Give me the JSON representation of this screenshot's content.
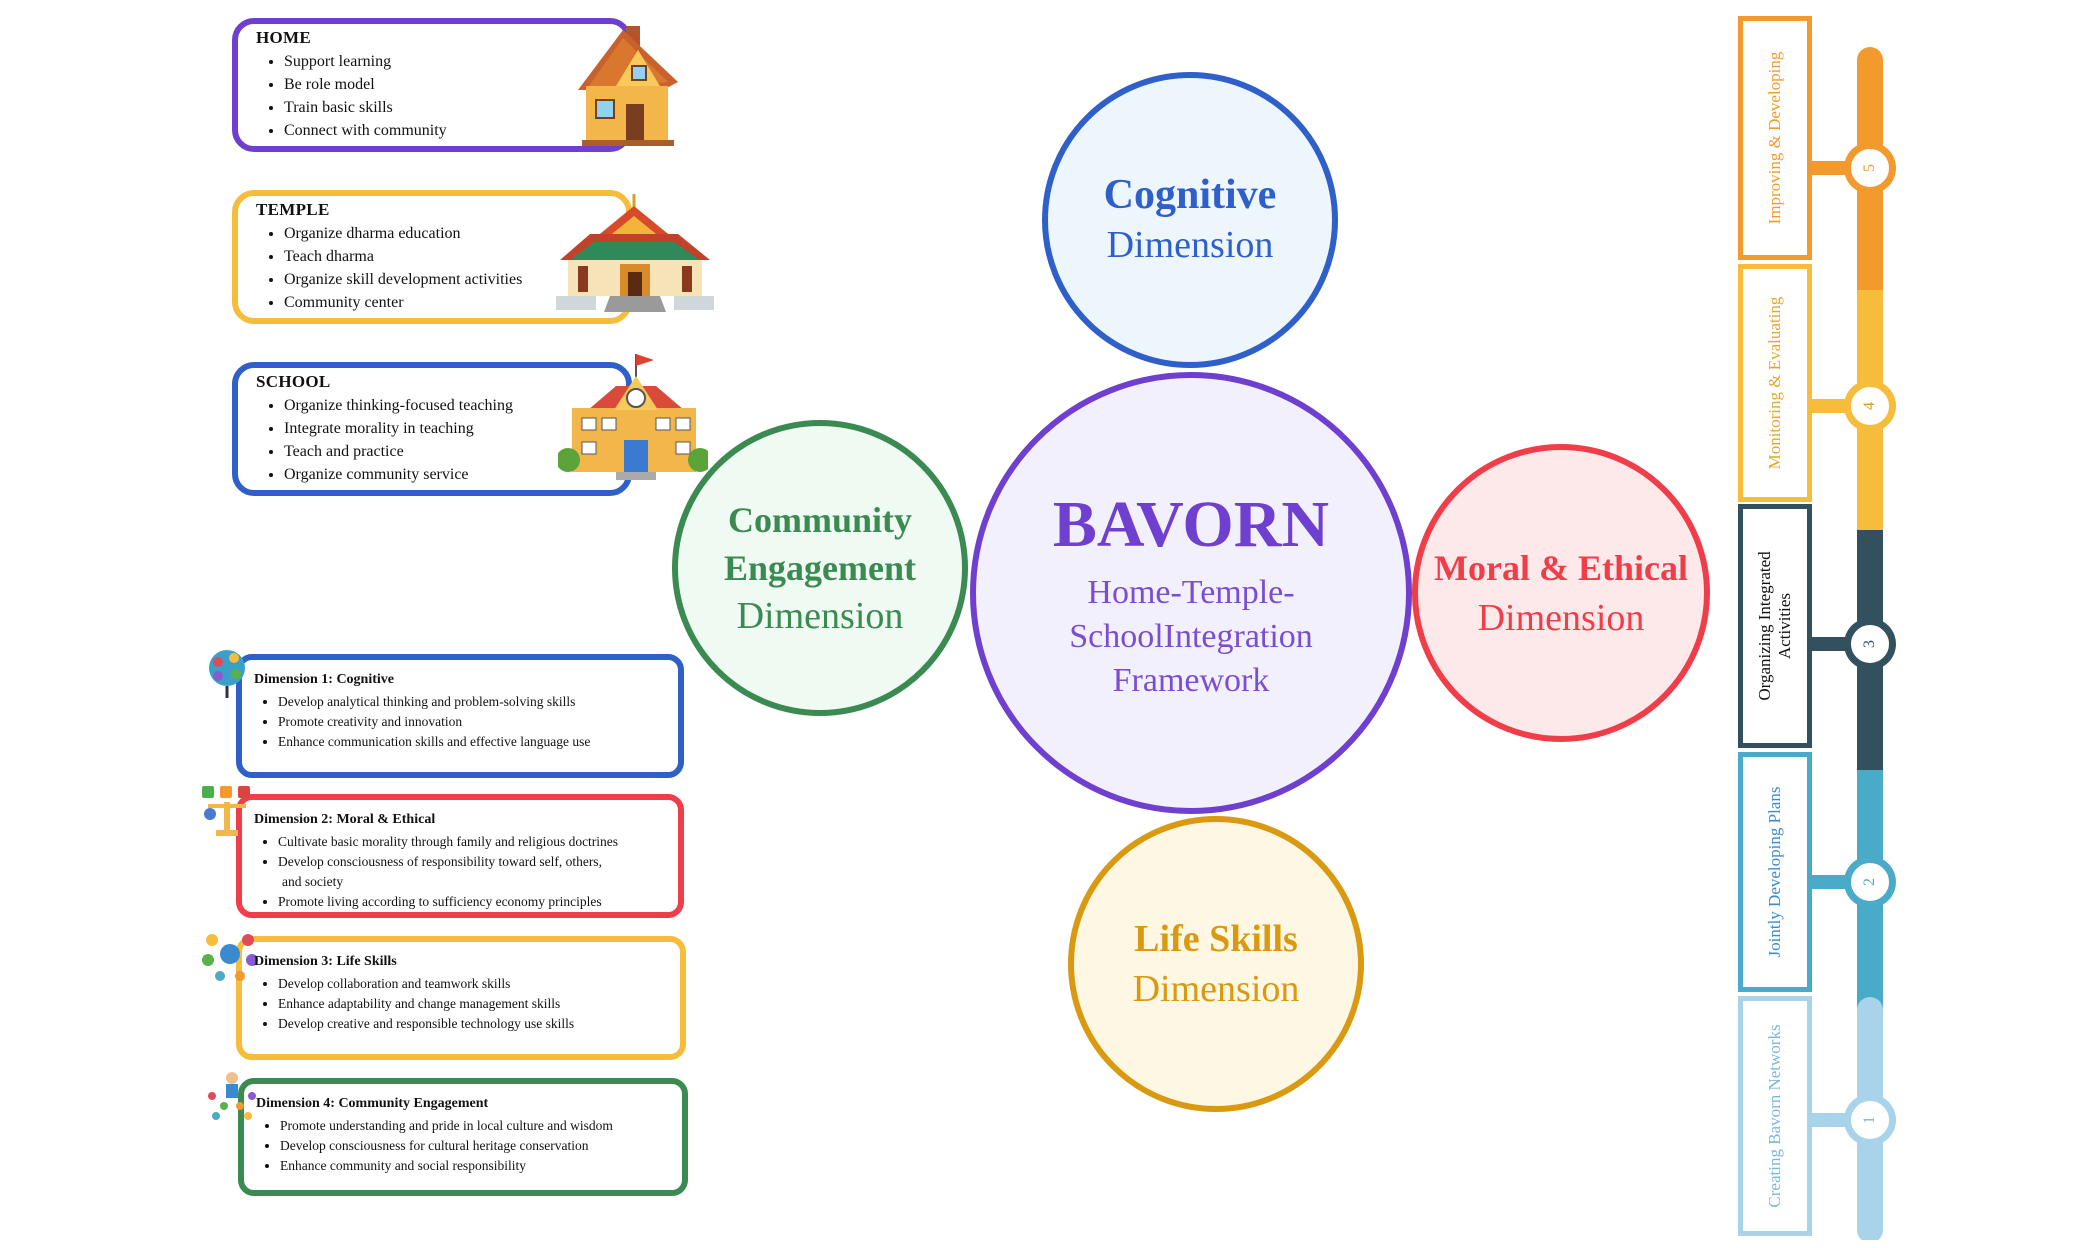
{
  "colors": {
    "purple": "#6f3fcf",
    "blue": "#2f5fc9",
    "green": "#3a8a52",
    "red": "#ef3e4a",
    "gold": "#d99a12",
    "yellow": "#f6bd3c",
    "orange": "#f39a2e",
    "teal": "#4aabc9",
    "navy": "#33505f",
    "lightblue": "#a8d3ea"
  },
  "institutions": [
    {
      "title": "HOME",
      "items": [
        "Support learning",
        "Be role model",
        "Train basic skills",
        "Connect with community"
      ],
      "icon": "house-icon"
    },
    {
      "title": "TEMPLE",
      "items": [
        "Organize dharma education",
        "Teach dharma",
        "Organize skill development activities",
        "Community center"
      ],
      "icon": "temple-icon"
    },
    {
      "title": "SCHOOL",
      "items": [
        "Organize thinking-focused teaching",
        "Integrate morality in teaching",
        "Teach and practice",
        "Organize community service"
      ],
      "icon": "school-icon"
    }
  ],
  "dimensions": [
    {
      "title": "Dimension 1: Cognitive",
      "items": [
        "Develop analytical thinking and problem-solving skills",
        "Promote creativity and innovation",
        "Enhance communication skills and effective language use"
      ],
      "icon": "brain-network-icon"
    },
    {
      "title": "Dimension 2: Moral & Ethical",
      "items": [
        "Cultivate basic morality through family and religious doctrines",
        "Develop consciousness of responsibility toward self, others,",
        "and society",
        "Promote living according to sufficiency economy principles"
      ],
      "icon": "scales-icon"
    },
    {
      "title": "Dimension 3: Life Skills",
      "items": [
        "Develop collaboration and teamwork skills",
        "Enhance adaptability and change management skills",
        "Develop creative and responsible technology use skills"
      ],
      "icon": "skills-wheel-icon"
    },
    {
      "title": "Dimension 4: Community Engagement",
      "items": [
        "Promote understanding and pride in local culture and wisdom",
        "Develop consciousness for cultural heritage conservation",
        "Enhance community and social responsibility"
      ],
      "icon": "people-group-icon"
    }
  ],
  "center": {
    "title": "BAVORN",
    "line1": "Home-Temple-",
    "line2": "SchoolIntegration",
    "line3": "Framework"
  },
  "circles": {
    "cognitive": {
      "t1": "Cognitive",
      "t2": "Dimension"
    },
    "community": {
      "t1a": "Community",
      "t1b": "Engagement",
      "t2": "Dimension"
    },
    "moral": {
      "t1": "Moral & Ethical",
      "t2": "Dimension"
    },
    "life": {
      "t1": "Life Skills",
      "t2": "Dimension"
    }
  },
  "steps": [
    {
      "num": "5",
      "label": "Improving & Developing"
    },
    {
      "num": "4",
      "label": "Monitoring & Evaluating"
    },
    {
      "num": "3",
      "label_a": "Organizing Integrated",
      "label_b": "Activities"
    },
    {
      "num": "2",
      "label": "Jointly Developing Plans"
    },
    {
      "num": "1",
      "label": "Creating Bavorn Networks"
    }
  ]
}
